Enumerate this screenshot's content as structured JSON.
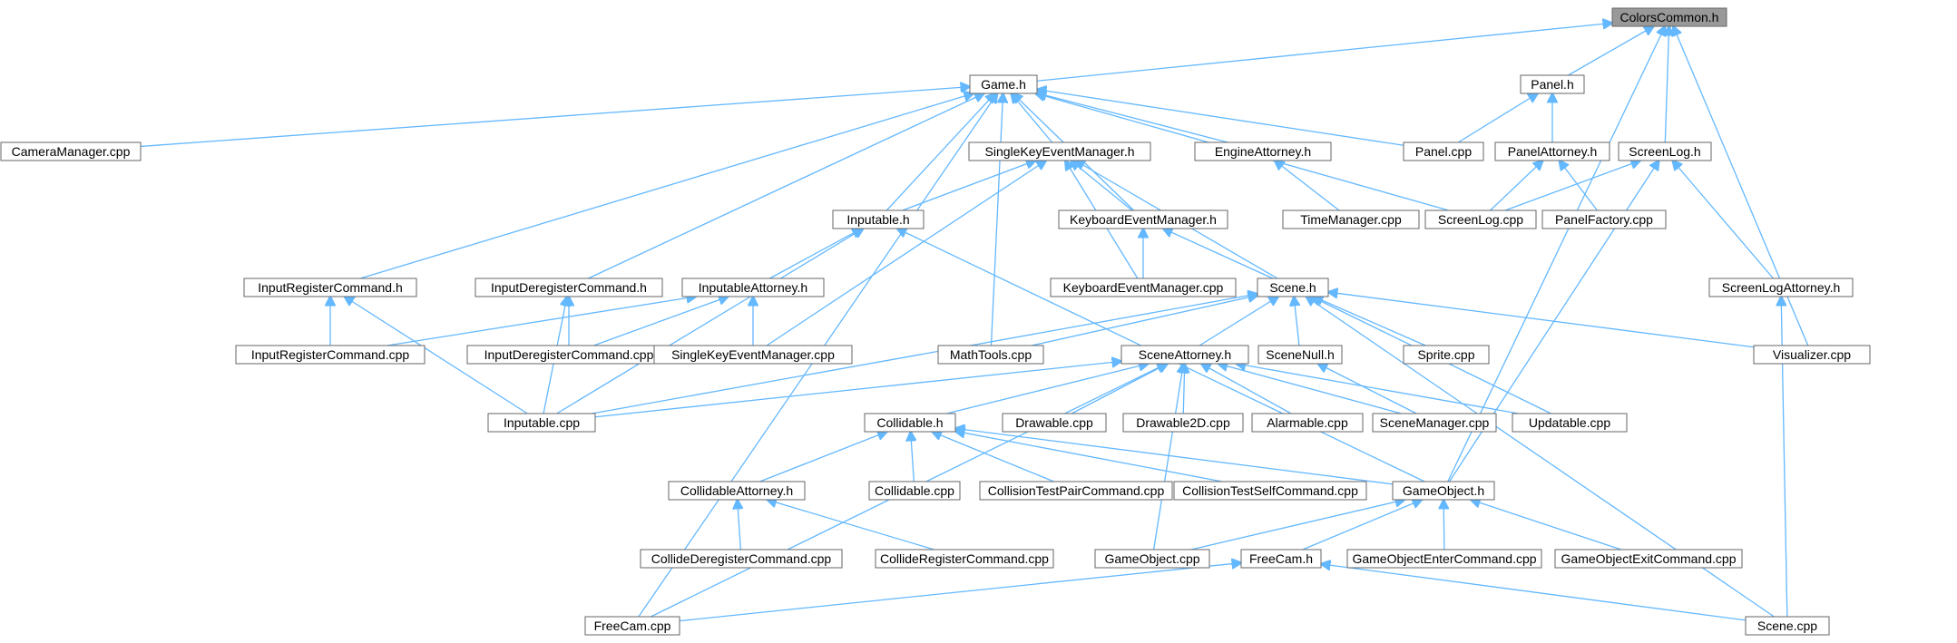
{
  "colors": {
    "edge": "#63b8ff",
    "root_fill": "#999999",
    "node_border": "#666666"
  },
  "nodes": [
    {
      "id": "colors_common_h",
      "label": "ColorsCommon.h",
      "root": true
    },
    {
      "id": "game_h",
      "label": "Game.h"
    },
    {
      "id": "panel_h",
      "label": "Panel.h"
    },
    {
      "id": "camera_manager_cpp",
      "label": "CameraManager.cpp"
    },
    {
      "id": "single_key_event_manager_h",
      "label": "SingleKeyEventManager.h"
    },
    {
      "id": "engine_attorney_h",
      "label": "EngineAttorney.h"
    },
    {
      "id": "panel_cpp",
      "label": "Panel.cpp"
    },
    {
      "id": "panel_attorney_h",
      "label": "PanelAttorney.h"
    },
    {
      "id": "screen_log_h",
      "label": "ScreenLog.h"
    },
    {
      "id": "inputable_h",
      "label": "Inputable.h"
    },
    {
      "id": "keyboard_event_manager_h",
      "label": "KeyboardEventManager.h"
    },
    {
      "id": "time_manager_cpp",
      "label": "TimeManager.cpp"
    },
    {
      "id": "screen_log_cpp",
      "label": "ScreenLog.cpp"
    },
    {
      "id": "panel_factory_cpp",
      "label": "PanelFactory.cpp"
    },
    {
      "id": "input_register_command_h",
      "label": "InputRegisterCommand.h"
    },
    {
      "id": "input_deregister_command_h",
      "label": "InputDeregisterCommand.h"
    },
    {
      "id": "inputable_attorney_h",
      "label": "InputableAttorney.h"
    },
    {
      "id": "keyboard_event_manager_cpp",
      "label": "KeyboardEventManager.cpp"
    },
    {
      "id": "scene_h",
      "label": "Scene.h"
    },
    {
      "id": "screen_log_attorney_h",
      "label": "ScreenLogAttorney.h"
    },
    {
      "id": "input_register_command_cpp",
      "label": "InputRegisterCommand.cpp"
    },
    {
      "id": "input_deregister_command_cpp",
      "label": "InputDeregisterCommand.cpp"
    },
    {
      "id": "single_key_event_manager_cpp",
      "label": "SingleKeyEventManager.cpp"
    },
    {
      "id": "math_tools_cpp",
      "label": "MathTools.cpp"
    },
    {
      "id": "scene_attorney_h",
      "label": "SceneAttorney.h"
    },
    {
      "id": "scene_null_h",
      "label": "SceneNull.h"
    },
    {
      "id": "sprite_cpp",
      "label": "Sprite.cpp"
    },
    {
      "id": "visualizer_cpp",
      "label": "Visualizer.cpp"
    },
    {
      "id": "inputable_cpp",
      "label": "Inputable.cpp"
    },
    {
      "id": "drawable_cpp",
      "label": "Drawable.cpp"
    },
    {
      "id": "drawable2d_cpp",
      "label": "Drawable2D.cpp"
    },
    {
      "id": "alarmable_cpp",
      "label": "Alarmable.cpp"
    },
    {
      "id": "scene_manager_cpp",
      "label": "SceneManager.cpp"
    },
    {
      "id": "updatable_cpp",
      "label": "Updatable.cpp"
    },
    {
      "id": "collidable_h",
      "label": "Collidable.h"
    },
    {
      "id": "collidable_attorney_h",
      "label": "CollidableAttorney.h"
    },
    {
      "id": "collidable_cpp",
      "label": "Collidable.cpp"
    },
    {
      "id": "collision_test_pair_command_cpp",
      "label": "CollisionTestPairCommand.cpp"
    },
    {
      "id": "collision_test_self_command_cpp",
      "label": "CollisionTestSelfCommand.cpp"
    },
    {
      "id": "game_object_h",
      "label": "GameObject.h"
    },
    {
      "id": "collide_deregister_command_cpp",
      "label": "CollideDeregisterCommand.cpp"
    },
    {
      "id": "collide_register_command_cpp",
      "label": "CollideRegisterCommand.cpp"
    },
    {
      "id": "game_object_cpp",
      "label": "GameObject.cpp"
    },
    {
      "id": "free_cam_h",
      "label": "FreeCam.h"
    },
    {
      "id": "game_object_enter_command_cpp",
      "label": "GameObjectEnterCommand.cpp"
    },
    {
      "id": "game_object_exit_command_cpp",
      "label": "GameObjectExitCommand.cpp"
    },
    {
      "id": "free_cam_cpp",
      "label": "FreeCam.cpp"
    },
    {
      "id": "scene_cpp",
      "label": "Scene.cpp"
    }
  ],
  "edges": [
    [
      "game_h",
      "colors_common_h"
    ],
    [
      "panel_h",
      "colors_common_h"
    ],
    [
      "screen_log_h",
      "colors_common_h"
    ],
    [
      "visualizer_cpp",
      "colors_common_h"
    ],
    [
      "game_object_h",
      "colors_common_h"
    ],
    [
      "camera_manager_cpp",
      "game_h"
    ],
    [
      "single_key_event_manager_h",
      "game_h"
    ],
    [
      "engine_attorney_h",
      "game_h"
    ],
    [
      "panel_cpp",
      "game_h"
    ],
    [
      "inputable_h",
      "game_h"
    ],
    [
      "keyboard_event_manager_h",
      "game_h"
    ],
    [
      "screen_log_cpp",
      "game_h"
    ],
    [
      "input_register_command_h",
      "game_h"
    ],
    [
      "input_deregister_command_h",
      "game_h"
    ],
    [
      "math_tools_cpp",
      "game_h"
    ],
    [
      "free_cam_cpp",
      "game_h"
    ],
    [
      "panel_cpp",
      "panel_h"
    ],
    [
      "panel_attorney_h",
      "panel_h"
    ],
    [
      "screen_log_cpp",
      "panel_attorney_h"
    ],
    [
      "panel_factory_cpp",
      "panel_attorney_h"
    ],
    [
      "screen_log_cpp",
      "screen_log_h"
    ],
    [
      "screen_log_attorney_h",
      "screen_log_h"
    ],
    [
      "game_object_h",
      "screen_log_h"
    ],
    [
      "time_manager_cpp",
      "engine_attorney_h"
    ],
    [
      "inputable_h",
      "single_key_event_manager_h"
    ],
    [
      "keyboard_event_manager_h",
      "single_key_event_manager_h"
    ],
    [
      "keyboard_event_manager_cpp",
      "single_key_event_manager_h"
    ],
    [
      "single_key_event_manager_cpp",
      "single_key_event_manager_h"
    ],
    [
      "scene_h",
      "single_key_event_manager_h"
    ],
    [
      "keyboard_event_manager_cpp",
      "keyboard_event_manager_h"
    ],
    [
      "scene_h",
      "keyboard_event_manager_h"
    ],
    [
      "inputable_attorney_h",
      "inputable_h"
    ],
    [
      "inputable_cpp",
      "inputable_h"
    ],
    [
      "game_object_h",
      "inputable_h"
    ],
    [
      "input_register_command_cpp",
      "input_register_command_h"
    ],
    [
      "inputable_cpp",
      "input_register_command_h"
    ],
    [
      "input_deregister_command_cpp",
      "input_deregister_command_h"
    ],
    [
      "inputable_cpp",
      "input_deregister_command_h"
    ],
    [
      "input_register_command_cpp",
      "inputable_attorney_h"
    ],
    [
      "input_deregister_command_cpp",
      "inputable_attorney_h"
    ],
    [
      "single_key_event_manager_cpp",
      "inputable_attorney_h"
    ],
    [
      "scene_cpp",
      "screen_log_attorney_h"
    ],
    [
      "math_tools_cpp",
      "scene_h"
    ],
    [
      "scene_attorney_h",
      "scene_h"
    ],
    [
      "scene_null_h",
      "scene_h"
    ],
    [
      "sprite_cpp",
      "scene_h"
    ],
    [
      "visualizer_cpp",
      "scene_h"
    ],
    [
      "updatable_cpp",
      "scene_h"
    ],
    [
      "inputable_cpp",
      "scene_h"
    ],
    [
      "scene_cpp",
      "scene_h"
    ],
    [
      "inputable_cpp",
      "scene_attorney_h"
    ],
    [
      "drawable_cpp",
      "scene_attorney_h"
    ],
    [
      "drawable2d_cpp",
      "scene_attorney_h"
    ],
    [
      "alarmable_cpp",
      "scene_attorney_h"
    ],
    [
      "scene_manager_cpp",
      "scene_attorney_h"
    ],
    [
      "updatable_cpp",
      "scene_attorney_h"
    ],
    [
      "collidable_h",
      "scene_attorney_h"
    ],
    [
      "game_object_cpp",
      "scene_attorney_h"
    ],
    [
      "free_cam_cpp",
      "scene_attorney_h"
    ],
    [
      "scene_manager_cpp",
      "scene_null_h"
    ],
    [
      "collidable_attorney_h",
      "collidable_h"
    ],
    [
      "collidable_cpp",
      "collidable_h"
    ],
    [
      "collision_test_pair_command_cpp",
      "collidable_h"
    ],
    [
      "collision_test_self_command_cpp",
      "collidable_h"
    ],
    [
      "game_object_h",
      "collidable_h"
    ],
    [
      "collide_deregister_command_cpp",
      "collidable_attorney_h"
    ],
    [
      "collide_register_command_cpp",
      "collidable_attorney_h"
    ],
    [
      "game_object_cpp",
      "game_object_h"
    ],
    [
      "free_cam_h",
      "game_object_h"
    ],
    [
      "game_object_enter_command_cpp",
      "game_object_h"
    ],
    [
      "game_object_exit_command_cpp",
      "game_object_h"
    ],
    [
      "free_cam_cpp",
      "free_cam_h"
    ],
    [
      "scene_cpp",
      "free_cam_h"
    ]
  ]
}
